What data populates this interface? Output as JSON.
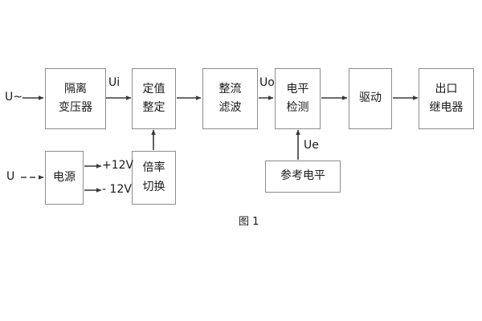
{
  "diagram": {
    "caption": "图 1",
    "blocks": [
      {
        "id": "isolation-transformer",
        "lines": [
          "隔离",
          "变压器"
        ]
      },
      {
        "id": "setpoint-adjust",
        "lines": [
          "定值",
          "整定"
        ]
      },
      {
        "id": "rectify-filter",
        "lines": [
          "整流",
          "滤波"
        ]
      },
      {
        "id": "level-detect",
        "lines": [
          "电平",
          "检测"
        ]
      },
      {
        "id": "drive",
        "lines": [
          "驱动"
        ]
      },
      {
        "id": "output-relay",
        "lines": [
          "出口",
          "继电器"
        ]
      },
      {
        "id": "power-supply",
        "lines": [
          "电源"
        ]
      },
      {
        "id": "multiplier-switch",
        "lines": [
          "倍率",
          "切换"
        ]
      },
      {
        "id": "reference-level",
        "lines": [
          "参考电平"
        ]
      }
    ],
    "signals": {
      "input_ac": "U~",
      "input_dc": "U",
      "ui": "Ui",
      "uo": "Uo",
      "ue": "Ue",
      "rail_positive": "+12V",
      "rail_negative": "- 12V"
    },
    "colors": {
      "stroke": "#8c8c8c",
      "wire": "#3a3a3a",
      "text": "#1a1a1a",
      "background": "#ffffff"
    }
  }
}
